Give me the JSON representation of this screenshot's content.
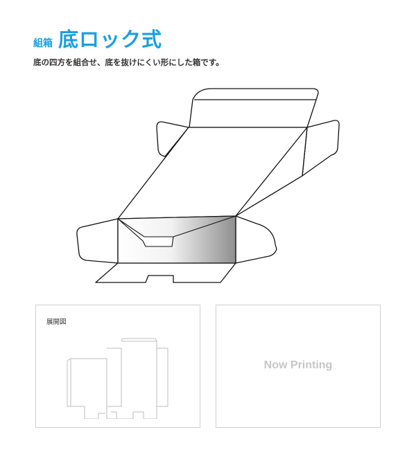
{
  "header": {
    "category": "組箱",
    "title": "底ロック式",
    "description": "底の四方を組合せ、底を抜けにくい形にした箱です。"
  },
  "panels": {
    "left": {
      "label": "展開図"
    },
    "right": {
      "placeholder": "Now Printing"
    }
  },
  "colors": {
    "accent": "#1a9fe0",
    "line": "#111111",
    "panel_border": "#cfcfcf",
    "placeholder_text": "#c6c6c6"
  }
}
